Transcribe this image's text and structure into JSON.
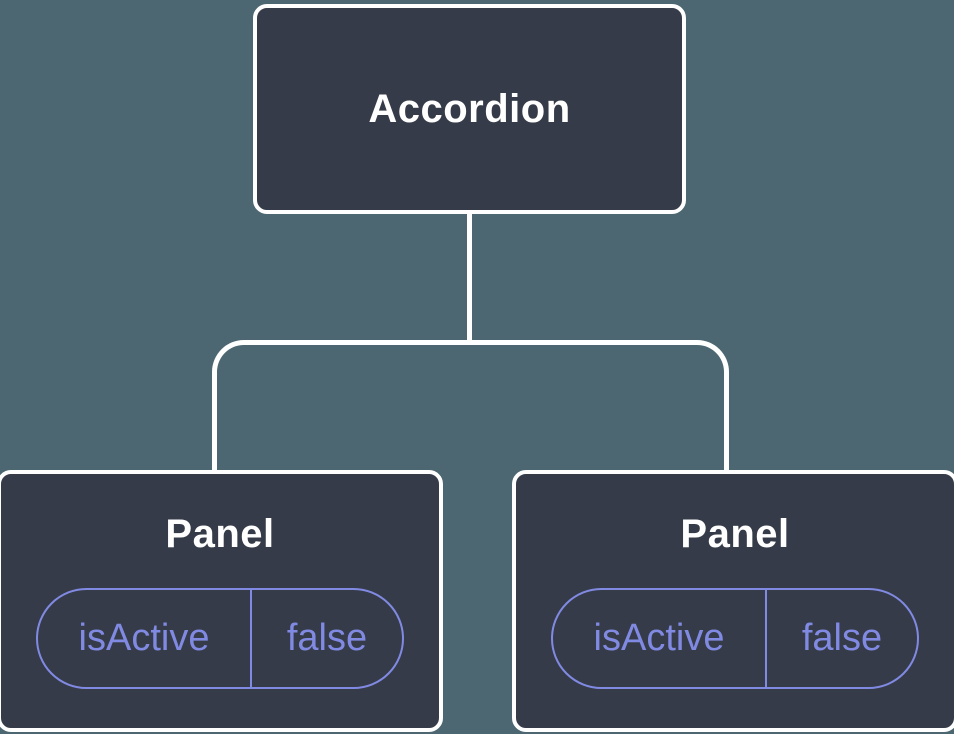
{
  "colors": {
    "background": "#4c6771",
    "node_fill": "#353b48",
    "node_border": "#ffffff",
    "connector": "#ffffff",
    "accent_purple": "#818ae3",
    "title_text": "#ffffff"
  },
  "tree": {
    "root": {
      "label": "Accordion"
    },
    "children": [
      {
        "label": "Panel",
        "state": {
          "name": "isActive",
          "value": "false"
        }
      },
      {
        "label": "Panel",
        "state": {
          "name": "isActive",
          "value": "false"
        }
      }
    ]
  }
}
